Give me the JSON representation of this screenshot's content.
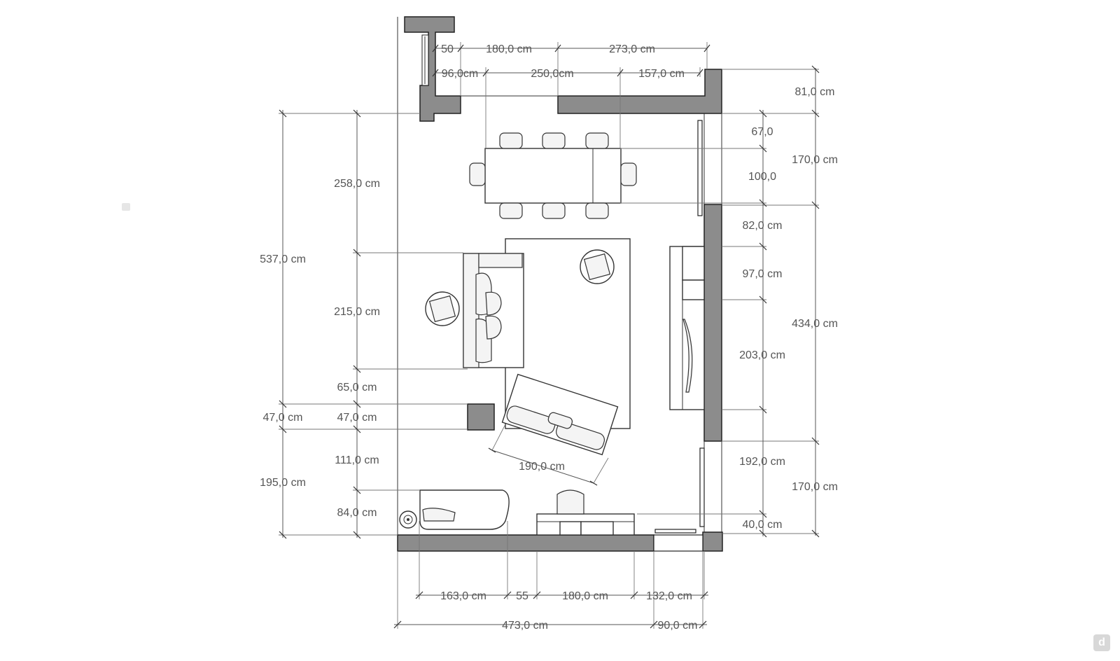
{
  "dimensions": {
    "top_row1": [
      "50",
      "180,0 cm",
      "273,0 cm"
    ],
    "top_row2": [
      "96,0cm",
      "250,0cm",
      "157,0 cm"
    ],
    "right_inner": [
      "67,0",
      "100,0",
      "82,0 cm",
      "97,0 cm",
      "203,0 cm",
      "192,0 cm",
      "40,0 cm"
    ],
    "right_outer": [
      "81,0 cm",
      "170,0 cm",
      "434,0 cm",
      "170,0 cm"
    ],
    "left_inner": [
      "258,0 cm",
      "215,0 cm",
      "65,0 cm",
      "47,0 cm",
      "111,0 cm",
      "84,0 cm"
    ],
    "left_outer": [
      "537,0 cm",
      "47,0 cm",
      "195,0 cm"
    ],
    "bottom_row1": [
      "163,0 cm",
      "55",
      "180,0 cm",
      "132,0 cm"
    ],
    "bottom_row2": [
      "473,0 cm",
      "90,0 cm"
    ],
    "sofa_width": "190,0 cm"
  },
  "watermark": "d"
}
